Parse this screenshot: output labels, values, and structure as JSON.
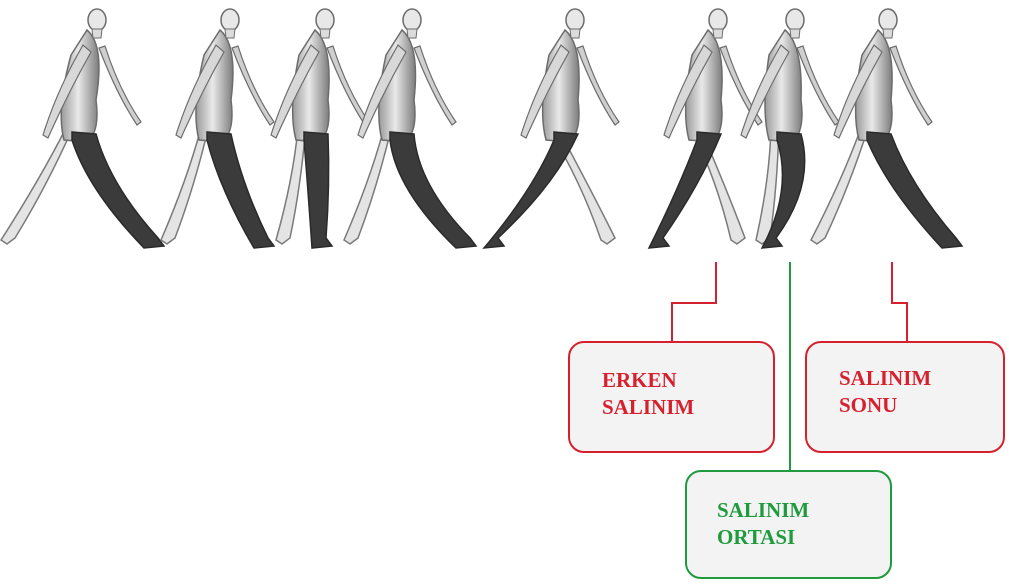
{
  "phases": {
    "early_swing": {
      "label": "ERKEN\nSALINIM",
      "color": "#d7202e"
    },
    "mid_swing": {
      "label": "SALINIM\nORTASI",
      "color": "#1f9a3c"
    },
    "terminal_swing": {
      "label": "SALINIM\nSONU",
      "color": "#d7202e"
    }
  },
  "figures": [
    {
      "name": "walking-figure-1"
    },
    {
      "name": "walking-figure-2"
    },
    {
      "name": "walking-figure-3"
    },
    {
      "name": "walking-figure-4"
    },
    {
      "name": "walking-figure-5"
    },
    {
      "name": "walking-figure-6"
    },
    {
      "name": "walking-figure-7"
    },
    {
      "name": "walking-figure-8"
    }
  ]
}
